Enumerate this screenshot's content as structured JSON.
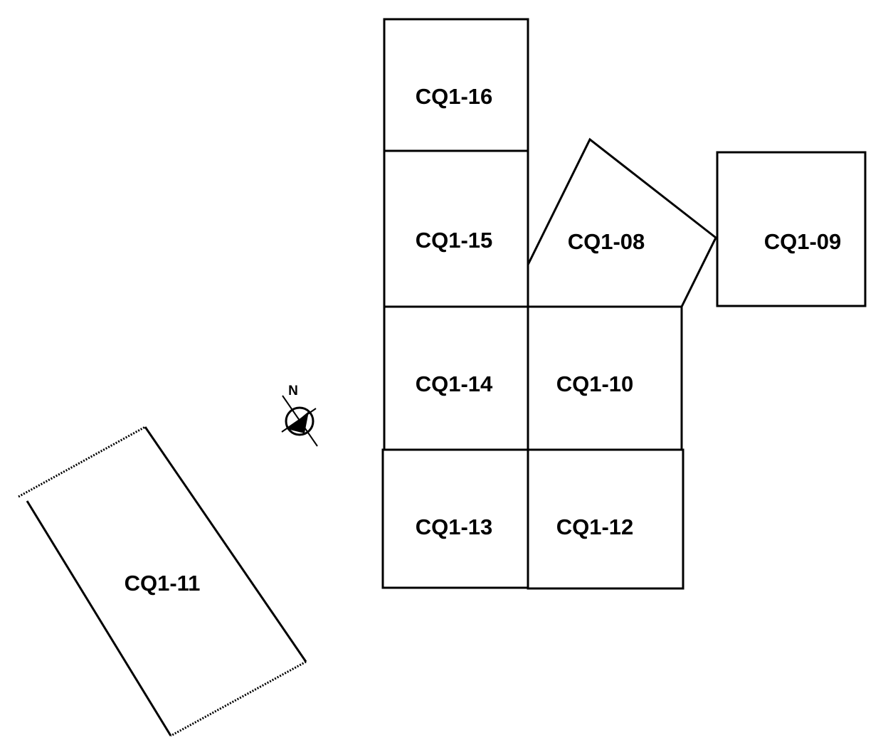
{
  "plots": [
    {
      "id": "cq1-16",
      "label": "CQ1-16"
    },
    {
      "id": "cq1-15",
      "label": "CQ1-15"
    },
    {
      "id": "cq1-08",
      "label": "CQ1-08"
    },
    {
      "id": "cq1-09",
      "label": "CQ1-09"
    },
    {
      "id": "cq1-14",
      "label": "CQ1-14"
    },
    {
      "id": "cq1-10",
      "label": "CQ1-10"
    },
    {
      "id": "cq1-13",
      "label": "CQ1-13"
    },
    {
      "id": "cq1-12",
      "label": "CQ1-12"
    },
    {
      "id": "cq1-11",
      "label": "CQ1-11"
    }
  ],
  "north_arrow": {
    "label": "N",
    "icon": "north-arrow-icon"
  }
}
